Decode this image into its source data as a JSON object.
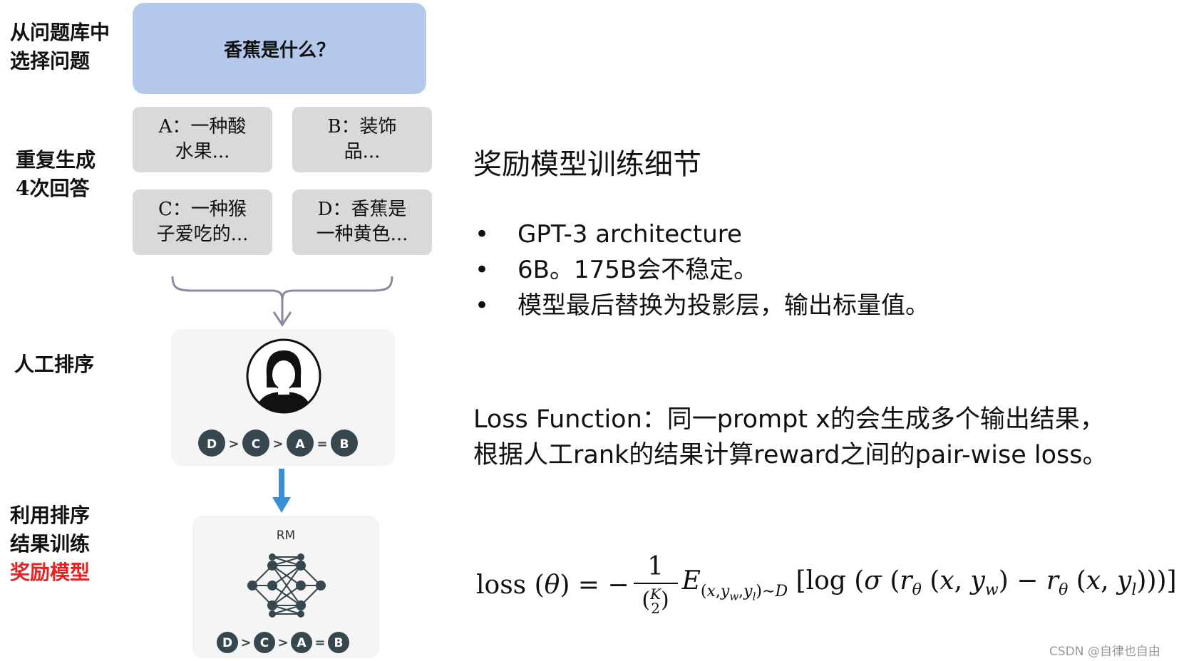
{
  "labels": {
    "select_question": "从问题库中\n选择问题",
    "repeat_generate": "重复生成\n4次回答",
    "human_rank": "人工排序",
    "train_rm_line1": "利用排序",
    "train_rm_line2": "结果训练",
    "train_rm_line3": "奖励模型"
  },
  "question": "香蕉是什么？",
  "answers": [
    {
      "line1": "A：一种酸",
      "line2": "水果..."
    },
    {
      "line1": "B：装饰",
      "line2": "品..."
    },
    {
      "line1": "C：一种猴",
      "line2": "子爱吃的..."
    },
    {
      "line1": "D：香蕉是",
      "line2": "一种黄色..."
    }
  ],
  "ranking": {
    "items": [
      "D",
      "C",
      "A",
      "B"
    ],
    "ops": [
      ">",
      ">",
      "="
    ]
  },
  "rm_label": "RM",
  "title": "奖励模型训练细节",
  "bullets": [
    "GPT-3 architecture",
    "6B。175B会不稳定。",
    "模型最后替换为投影层，输出标量值。"
  ],
  "loss_function": {
    "line1": "Loss Function：同一prompt x的会生成多个输出结果，",
    "line2": "根据人工rank的结果计算reward之间的pair-wise loss。"
  },
  "watermark": "CSDN @自律也自由",
  "colors": {
    "question_box": "#b3c8ea",
    "answer_box": "#d9d9d9",
    "arrow_blue": "#3a8fd4",
    "highlight_red": "#e8201f",
    "rank_circle": "#37474f"
  }
}
